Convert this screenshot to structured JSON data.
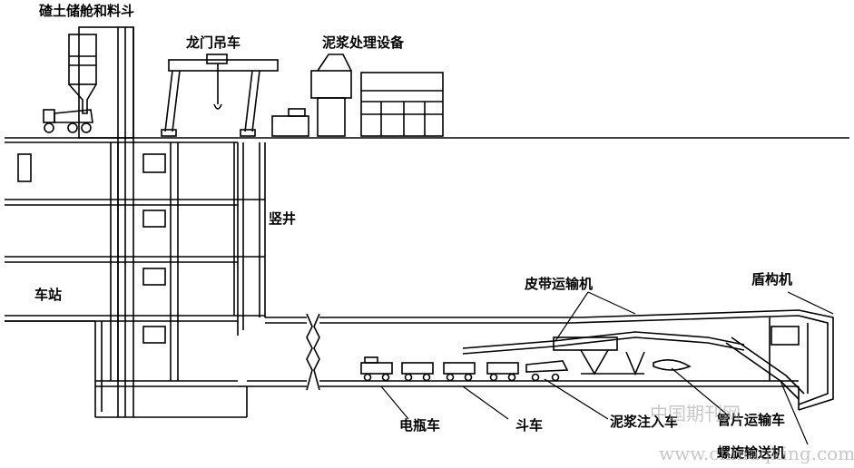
{
  "labels": {
    "muck_bin": "碴土储舱和料斗",
    "gantry_crane": "龙门吊车",
    "slurry_plant": "泥浆处理设备",
    "shaft": "竖井",
    "station": "车站",
    "belt_conveyor": "皮带运输机",
    "shield_machine": "盾构机",
    "battery_car": "电瓶车",
    "muck_car": "斗车",
    "grout_car": "泥浆注入车",
    "segment_car": "管片运输车",
    "screw_conveyor": "螺旋输送机"
  },
  "watermark": {
    "text_cn": "中国期刊网",
    "text_url": "www.chinaqking.com"
  },
  "colors": {
    "line": "#000000",
    "watermark": "#9a9a9a"
  }
}
